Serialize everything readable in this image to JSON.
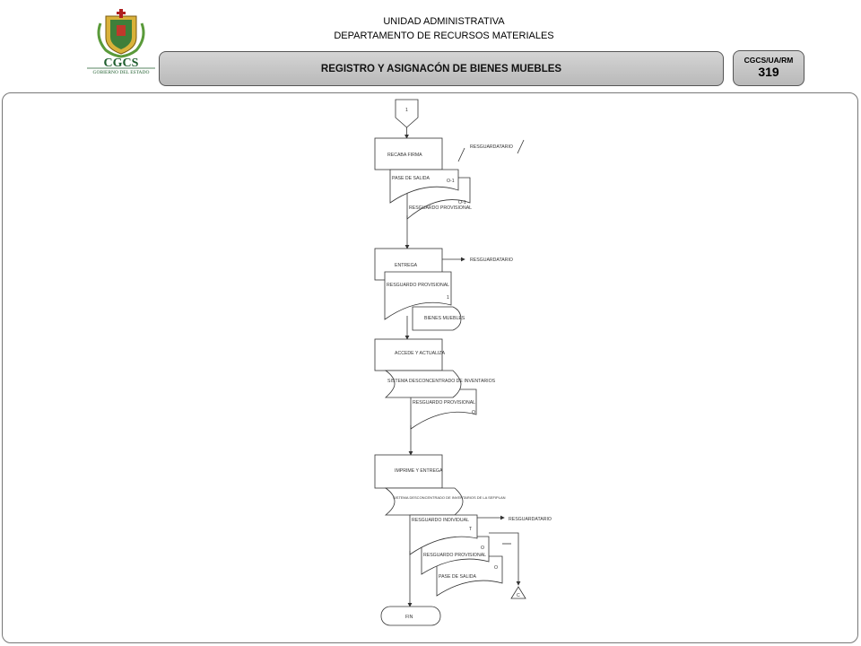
{
  "header": {
    "line1": "UNIDAD ADMINISTRATIVA",
    "line2": "DEPARTAMENTO DE RECURSOS MATERIALES",
    "title": "REGISTRO Y ASIGNACÓN DE BIENES MUEBLES",
    "code": "CGCS/UA/RM",
    "page_number": "319"
  },
  "logo": {
    "acronym": "CGCS",
    "subtitle": "GOBIERNO DEL ESTADO"
  },
  "flow": {
    "start_connector": "1",
    "step1": {
      "process": "RECABA FIRMA",
      "external": "RESGUARDATARIO",
      "doc1": "PASE DE SALIDA",
      "doc1_copy": "O-1",
      "doc2": "RESGUARDO PROVISIONAL",
      "doc2_copy": "O-1"
    },
    "step2": {
      "process": "ENTREGA",
      "external": "RESGUARDATARIO",
      "doc1": "RESGUARDO PROVISIONAL",
      "doc1_copy": "1",
      "doc2": "BIENES MUEBLES"
    },
    "step3": {
      "process": "ACCEDE Y ACTUALIZA",
      "system": "SISTEMA DESCONCENTRADO DE INVENTARIOS",
      "doc": "RESGUARDO PROVISIONAL",
      "doc_copy": "O"
    },
    "step4": {
      "process": "IMPRIME Y ENTREGA",
      "system": "SISTEMA DESCONCENTRADO DE INVENTARIOS DE LA SEFIPLAN",
      "doc1": "RESGUARDO INDIVIDUAL",
      "doc1_copy": "T",
      "external": "RESGUARDATARIO",
      "doc2": "RESGUARDO PROVISIONAL",
      "doc2_copy": "O",
      "doc3": "PASE DE SALIDA",
      "doc3_copy": "O",
      "file_marker": "C"
    },
    "end": "FIN"
  }
}
